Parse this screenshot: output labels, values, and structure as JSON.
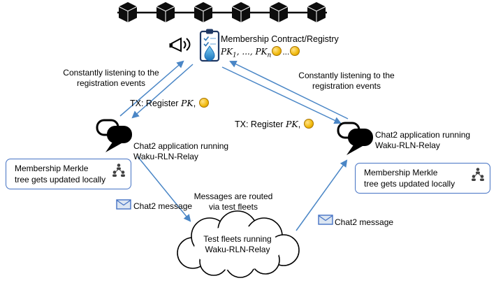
{
  "colors": {
    "arrow": "#4a86c6",
    "box_border": "#4472c4",
    "cube": "#0d0d0d",
    "coin": "#f0b90b",
    "drop_blue": "#3da5e8"
  },
  "icons": {
    "blockchain-icon": "chain of black 3D cubes",
    "megaphone-icon": "announcement megaphone",
    "clipboard-icon": "registry clipboard with blue drop",
    "chat-bubbles-icon": "two speech bubbles",
    "merkle-tree-icon": "three-person hierarchy",
    "envelope-icon": "mail envelope",
    "coin-icon": "gold coin",
    "cloud-icon": "network cloud"
  },
  "contract": {
    "title": "Membership Contract/Registry",
    "keys": {
      "pk": "PK",
      "sub1": "1",
      "sep": ", ..., ",
      "subn": "n",
      "dots": "..."
    }
  },
  "listening_left": {
    "line1": "Constantly listening to the",
    "line2": "registration events"
  },
  "listening_right": {
    "line1": "Constantly listening to the",
    "line2": "registration events"
  },
  "tx_left": {
    "label": "TX: Register ",
    "pk": "PK",
    "comma": ","
  },
  "tx_right": {
    "label": "TX: Register ",
    "pk": "PK",
    "comma": ","
  },
  "chat_left": {
    "line1": "Chat2 application running",
    "line2": "Waku-RLN-Relay"
  },
  "chat_right": {
    "line1": "Chat2 application running",
    "line2": "Waku-RLN-Relay"
  },
  "merkle_left": {
    "line1": "Membership Merkle",
    "line2": "tree gets updated locally"
  },
  "merkle_right": {
    "line1": "Membership Merkle",
    "line2": "tree gets updated locally"
  },
  "message_left": "Chat2 message",
  "message_right": "Chat2 message",
  "routing": {
    "line1": "Messages are routed",
    "line2": "via test fleets"
  },
  "cloud": {
    "line1": "Test fleets running",
    "line2": "Waku-RLN-Relay"
  }
}
